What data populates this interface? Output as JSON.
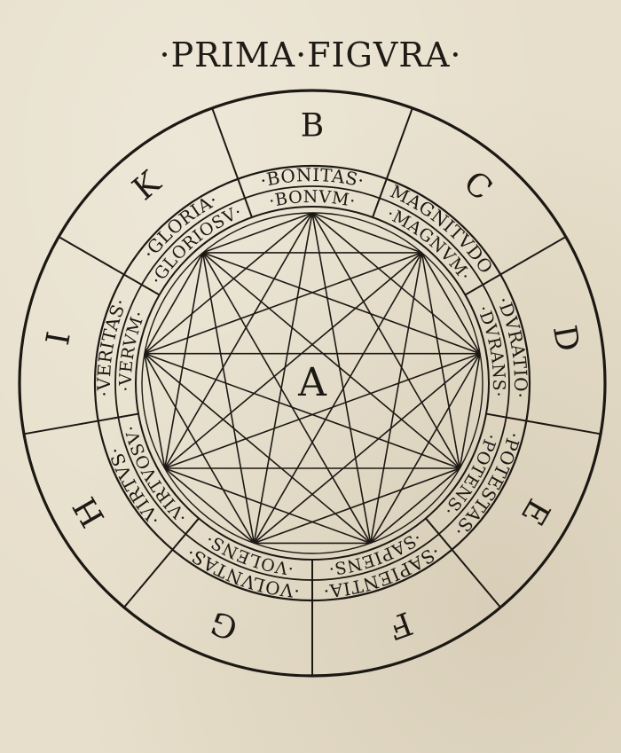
{
  "title": "·PRIMA·FIGVRA·",
  "center_label": "A",
  "segments": [
    {
      "letter": "B",
      "outer": "·BONITAS·",
      "inner": "·BONVM·"
    },
    {
      "letter": "C",
      "outer": "·MAGNITVDO·",
      "inner": "·MAGNVM·"
    },
    {
      "letter": "D",
      "outer": "·DVRATIO·",
      "inner": "·DVRANS·"
    },
    {
      "letter": "E",
      "outer": "·POTESTAS·",
      "inner": "·POTENS·"
    },
    {
      "letter": "F",
      "outer": "·SAPIENTIA·",
      "inner": "·SAPIENS·"
    },
    {
      "letter": "G",
      "outer": "·VOLVNTAS·",
      "inner": "·VOLENS·"
    },
    {
      "letter": "H",
      "outer": "·VIRTVS·",
      "inner": "·VIRTVOSV·"
    },
    {
      "letter": "I",
      "outer": "·VERITAS·",
      "inner": "·VERVM·"
    },
    {
      "letter": "K",
      "outer": "·GLORIA·",
      "inner": "·GLORIOSV·"
    }
  ],
  "colors": {
    "ink": "#1c1813",
    "paper": "#e7dfcb"
  }
}
